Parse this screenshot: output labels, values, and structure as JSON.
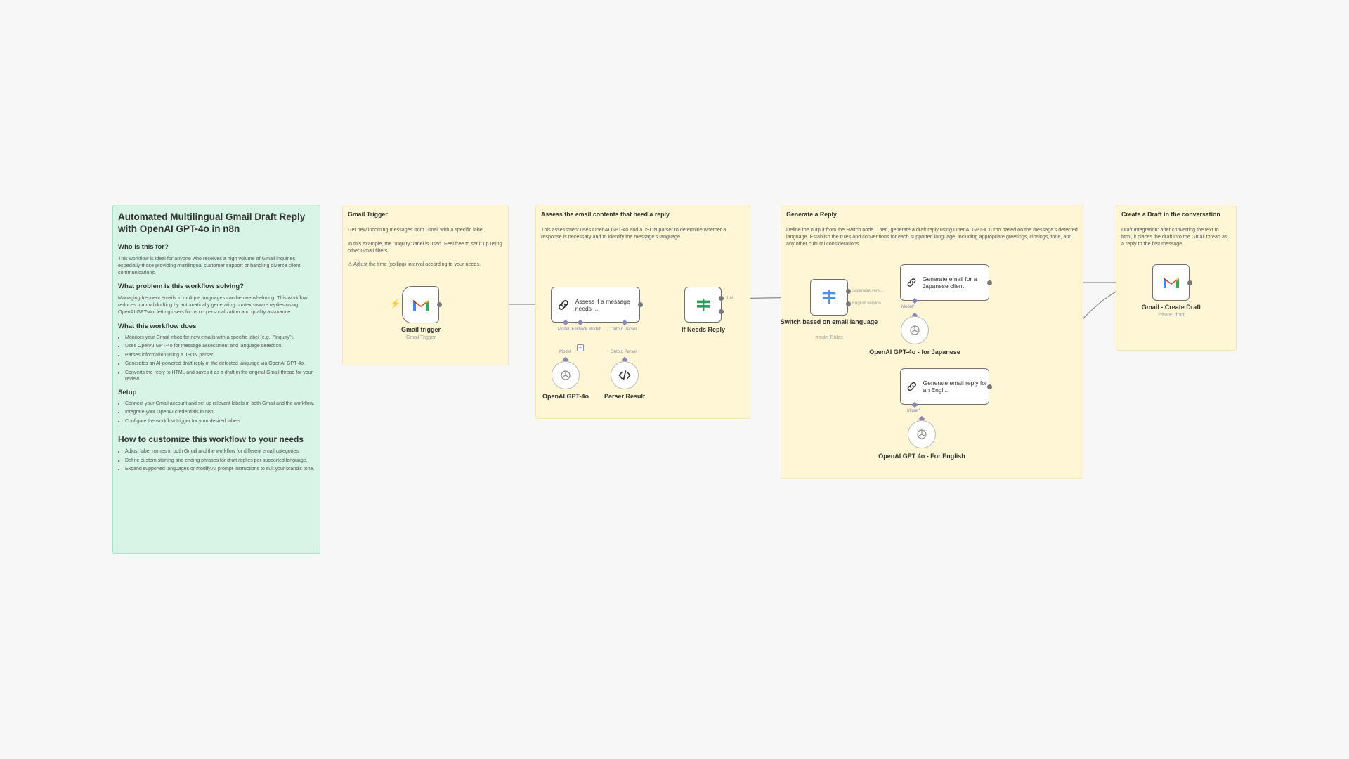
{
  "colors": {
    "sticky_yellow": "#fff6d6",
    "sticky_green": "#d7f4e6",
    "connection": "#8a8a8a",
    "sub_connection": "#8a86b5"
  },
  "stickies": {
    "main": {
      "title": "Automated Multilingual Gmail Draft Reply with OpenAI GPT-4o in n8n",
      "s1_title": "Who is this for?",
      "s1_text": "This workflow is ideal for anyone who receives a high volume of Gmail inquiries, especially those providing multilingual customer support or handling diverse client communications.",
      "s2_title": "What problem is this workflow solving?",
      "s2_text": "Managing frequent emails in multiple languages can be overwhelming. This workflow reduces manual drafting by automatically generating context-aware replies using OpenAI GPT-4o, letting users focus on personalization and quality assurance.",
      "s3_title": "What this workflow does",
      "s3_items": [
        "Monitors your Gmail inbox for new emails with a specific label (e.g., \"Inquiry\").",
        "Uses OpenAI GPT-4o for message assessment and language detection.",
        "Parses information using a JSON parser.",
        "Generates an AI-powered draft reply in the detected language via OpenAI GPT-4o.",
        "Converts the reply to HTML and saves it as a draft in the original Gmail thread for your review."
      ],
      "s4_title": "Setup",
      "s4_items": [
        "Connect your Gmail account and set up relevant labels in both Gmail and the workflow.",
        "Integrate your OpenAI credentials in n8n.",
        "Configure the workflow trigger for your desired labels."
      ],
      "s5_title": "How to customize this workflow to your needs",
      "s5_items": [
        "Adjust label names in both Gmail and the workflow for different email categories.",
        "Define custom starting and ending phrases for draft replies per supported language.",
        "Expand supported languages or modify AI prompt instructions to suit your brand's tone."
      ]
    },
    "gmail_trigger": {
      "title": "Gmail Trigger",
      "p1": "Get new incoming messages from Gmail with a specific label.",
      "p2": "In this example, the \"Inquiry\" label is used. Feel free to set it up using other Gmail filters.",
      "p3": "⚠ Adjust the time (polling) interval according to your needs."
    },
    "assess": {
      "title": "Assess the email contents that need a reply",
      "p1": "This assessment uses OpenAI GPT-4o and a JSON parser to determine whether a response is necessary and to identify the message's language."
    },
    "generate": {
      "title": "Generate a Reply",
      "p1": "Define the output from the Switch node. Then, generate a draft reply using OpenAI GPT-4 Turbo based on the message's detected language. Establish the rules and conventions for each supported language, including appropriate greetings, closings, tone, and any other cultural considerations."
    },
    "draft": {
      "title": "Create a Draft in the conversation",
      "p1": "Draft Integration: after converting the text to html, it places the draft into the Gmail thread as a reply to the first message"
    }
  },
  "nodes": {
    "gmail_trigger": {
      "label": "Gmail trigger",
      "sub": "Gmail Trigger",
      "icon": "gmail-icon"
    },
    "assess": {
      "label": "Assess if a message needs ...",
      "icon": "chain-link-icon",
      "port_model": "Model, Fallback Model*",
      "port_parser": "Output Parser"
    },
    "if_reply": {
      "label": "If Needs Reply",
      "icon": "if-icon",
      "out_true": "true"
    },
    "switch": {
      "label": "Switch based on email language",
      "sub": "mode: Rules",
      "icon": "switch-icon",
      "out1": "Japanese vers...",
      "out2": "English version"
    },
    "gen_jp": {
      "label": "Generate email for a Japanese client",
      "icon": "chain-link-icon",
      "port": "Model*"
    },
    "gen_en": {
      "label": "Generate email reply for an Engli...",
      "icon": "chain-link-icon",
      "port": "Model*"
    },
    "gpt4o": {
      "label": "OpenAI GPT-4o",
      "port": "Model",
      "icon": "openai-icon"
    },
    "parser": {
      "label": "Parser Result",
      "port": "Output Parser",
      "icon": "code-icon"
    },
    "gpt_jp": {
      "label": "OpenAI GPT-4o - for Japanese",
      "icon": "openai-icon"
    },
    "gpt_en": {
      "label": "OpenAI GPT 4o - For English",
      "icon": "openai-icon"
    },
    "gmail_draft": {
      "label": "Gmail - Create Draft",
      "sub": "create: draft",
      "icon": "gmail-icon"
    },
    "add_model": {
      "symbol": "+"
    }
  }
}
